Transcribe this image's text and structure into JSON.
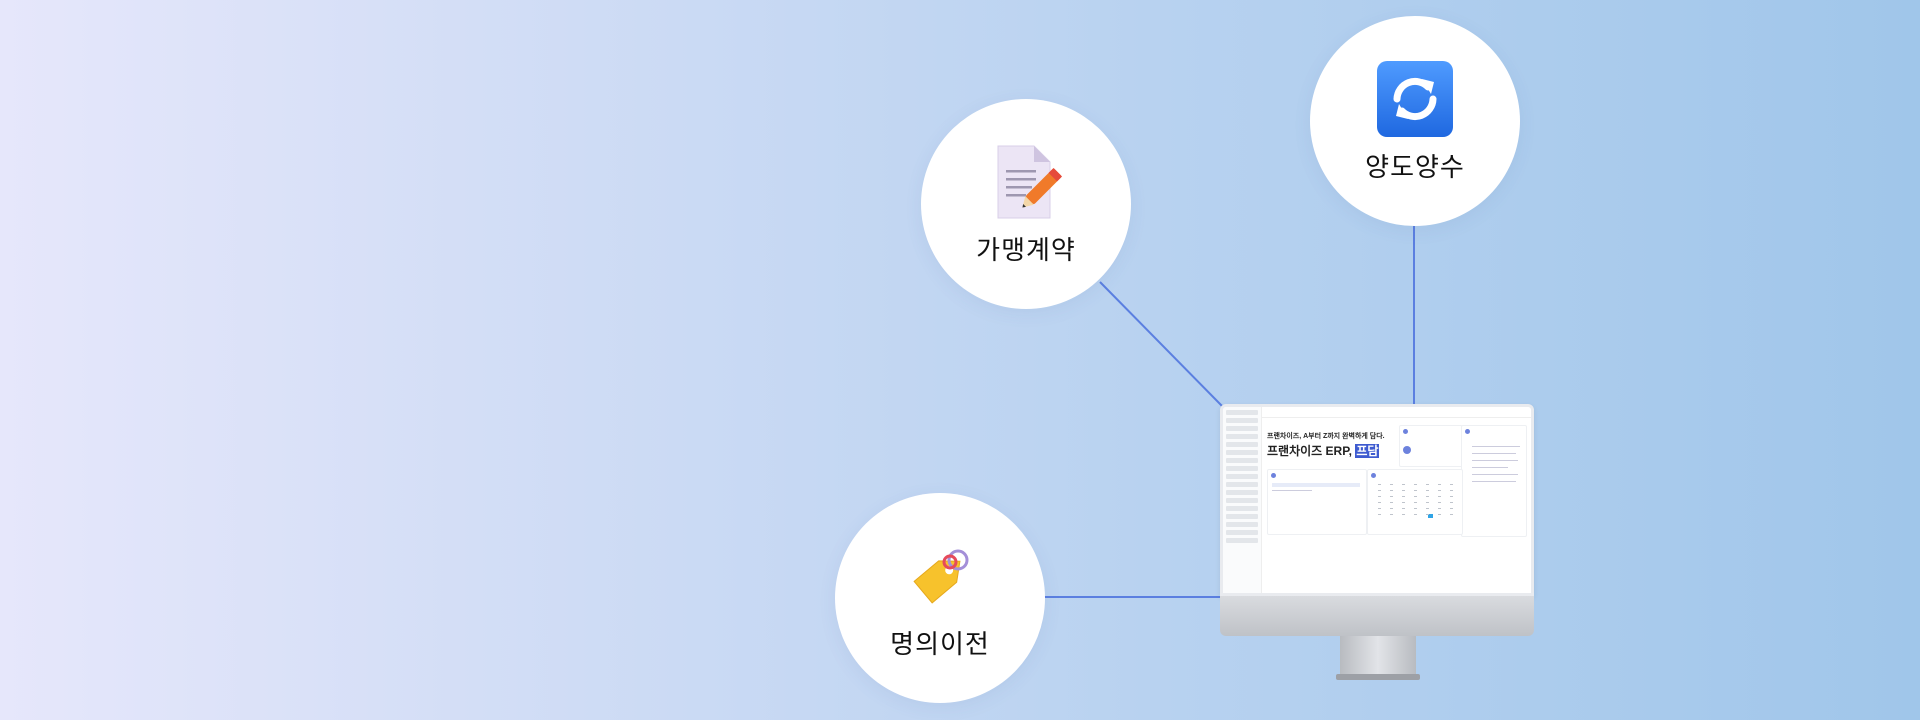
{
  "nodes": {
    "contract": {
      "label": "가맹계약",
      "icon": "document-pencil-icon"
    },
    "transfer": {
      "label": "양도양수",
      "icon": "sync-arrows-icon"
    },
    "ownership": {
      "label": "명의이전",
      "icon": "tag-icon"
    }
  },
  "monitor": {
    "headline_line1": "프랜차이즈, A부터 Z까지 완벽하게 담다.",
    "headline_line2_prefix": "프랜차이즈 ERP, ",
    "headline_line2_highlight": "프담"
  },
  "colors": {
    "connector": "#5b7fe0",
    "accent": "#3e5bd0",
    "sync_blue": "#2f7df0",
    "tag_yellow": "#f7c22c",
    "pencil_orange": "#f07a2a"
  }
}
